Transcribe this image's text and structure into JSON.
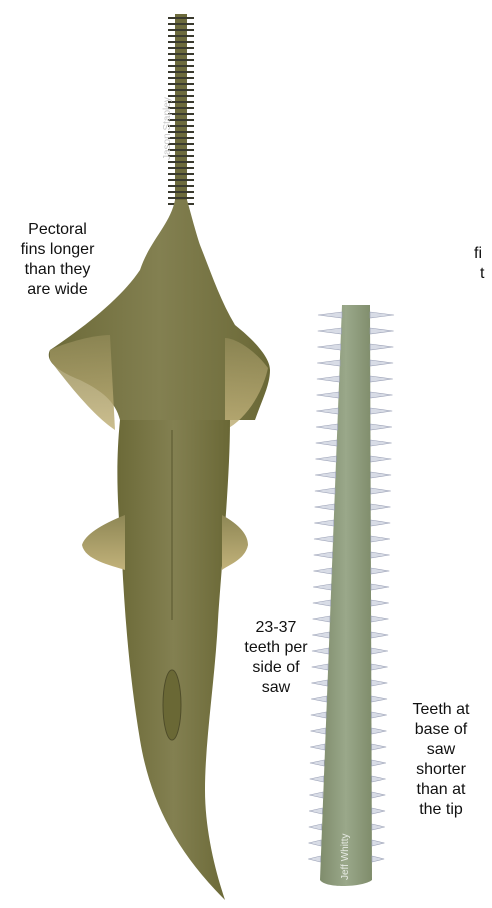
{
  "annotations": {
    "pectoral_fins": [
      "Pectoral",
      "fins longer",
      "than they",
      "are wide"
    ],
    "teeth_count": [
      "23-37",
      "teeth per",
      "side of",
      "saw"
    ],
    "teeth_base": [
      "Teeth at",
      "base of",
      "saw",
      "shorter",
      "than at",
      "the tip"
    ],
    "cropped_right": [
      "fi",
      "t"
    ]
  },
  "credits": {
    "top_photo": "Jason Stapley",
    "saw_photo": "Jeff Whitty"
  },
  "colors": {
    "body": "#7d7a45",
    "body_dark": "#5e5c31",
    "fin": "#b3a66d",
    "saw": "#8d9a7b",
    "saw_teeth": "#d8dce6"
  }
}
